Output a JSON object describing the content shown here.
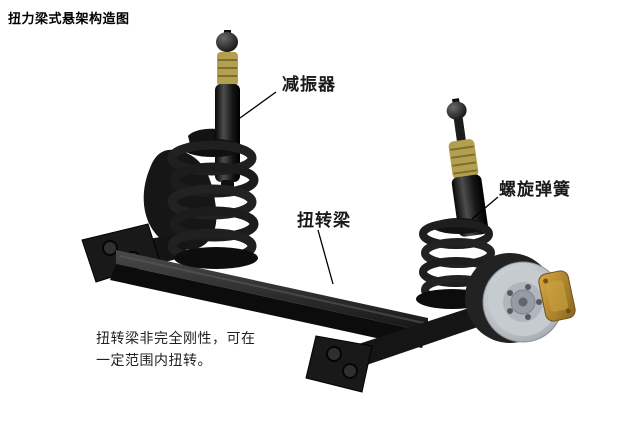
{
  "title": "扭力梁式悬架构造图",
  "labels": {
    "shock_absorber": "减振器",
    "torsion_beam": "扭转梁",
    "coil_spring": "螺旋弹簧"
  },
  "caption": {
    "line1": "扭转梁非完全刚性，可在",
    "line2": "一定范围内扭转。"
  },
  "colors": {
    "background": "#ffffff",
    "text": "#000000",
    "label_text": "#1a1a1a",
    "caption_text": "#222222",
    "leader_line": "#000000",
    "metal_black": "#141414",
    "bump_stop": "#b3a04e",
    "disc": "#c6cbd0",
    "caliper": "#b8892f"
  }
}
